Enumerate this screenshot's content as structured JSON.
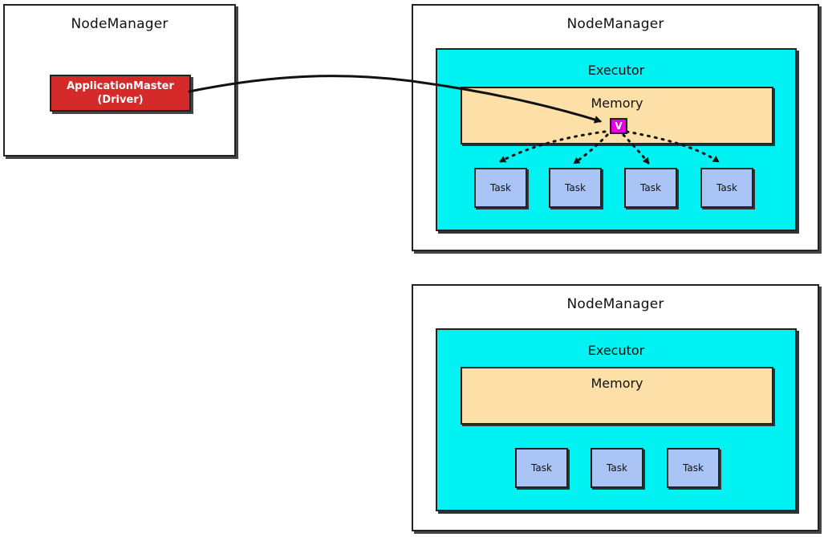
{
  "driver_node": {
    "title": "NodeManager",
    "app_master": {
      "line1": "ApplicationMaster",
      "line2": "(Driver)"
    }
  },
  "worker_nodes": [
    {
      "title": "NodeManager",
      "executor": {
        "title": "Executor",
        "memory": {
          "title": "Memory",
          "variable": "V"
        },
        "tasks": [
          "Task",
          "Task",
          "Task",
          "Task"
        ]
      }
    },
    {
      "title": "NodeManager",
      "executor": {
        "title": "Executor",
        "memory": {
          "title": "Memory"
        },
        "tasks": [
          "Task",
          "Task",
          "Task"
        ]
      }
    }
  ],
  "colors": {
    "app_master": "#d42a2a",
    "executor": "#00f2f2",
    "memory": "#fce0a8",
    "task": "#a9c4f5",
    "variable": "#e600e6"
  }
}
